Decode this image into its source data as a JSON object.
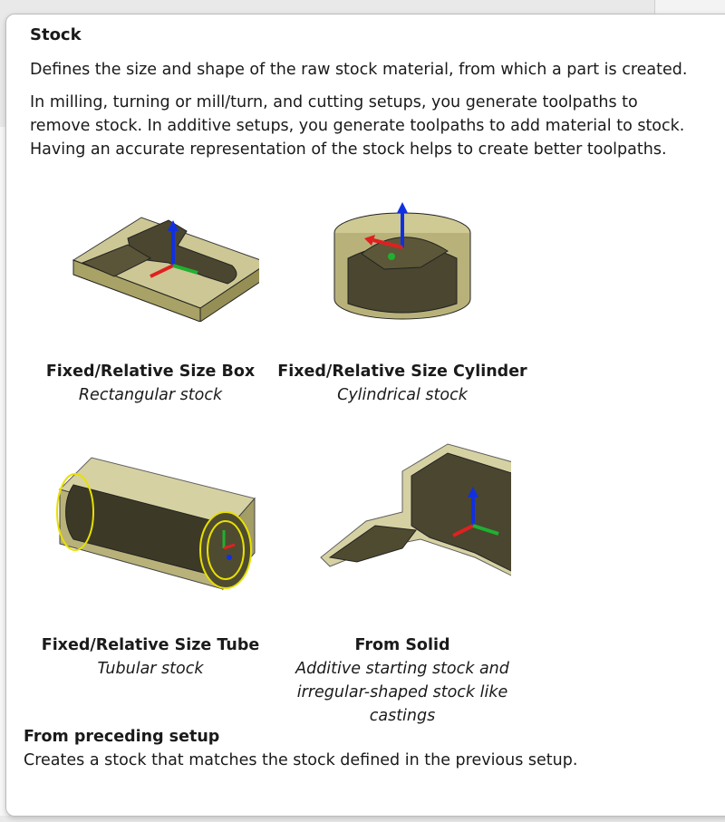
{
  "tooltip": {
    "title": "Stock",
    "intro": "Defines the size and shape of the raw stock material, from which a part is created.",
    "description": "In milling, turning or mill/turn, and cutting setups, you generate toolpaths to remove stock. In additive setups, you generate toolpaths to add material to stock. Having an accurate representation of the stock helps to create better toolpaths.",
    "options": [
      {
        "title": "Fixed/Relative Size Box",
        "subtitle": "Rectangular stock",
        "icon": "box-stock-illustration"
      },
      {
        "title": "Fixed/Relative Size Cylinder",
        "subtitle": "Cylindrical stock",
        "icon": "cylinder-stock-illustration"
      },
      {
        "title": "Fixed/Relative Size Tube",
        "subtitle": "Tubular stock",
        "icon": "tube-stock-illustration"
      },
      {
        "title": "From Solid",
        "subtitle": "Additive starting stock and irregular-shaped stock like castings",
        "icon": "solid-stock-illustration"
      }
    ],
    "footer": {
      "title": "From preceding setup",
      "description": "Creates a stock that matches the stock defined in the previous setup."
    }
  },
  "colors": {
    "stock_fill": "#b8b27a",
    "part_fill": "#4a4630",
    "axis_x": "#e02020",
    "axis_y": "#20b030",
    "axis_z": "#1030e0",
    "highlight": "#e8e000"
  }
}
